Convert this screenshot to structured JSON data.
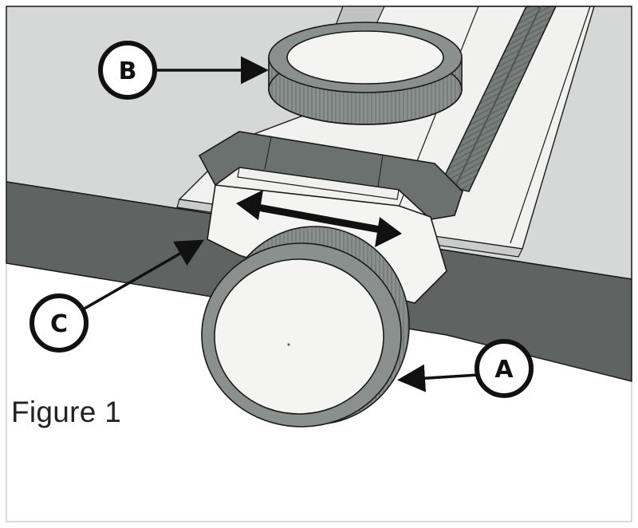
{
  "figure": {
    "caption": "Figure 1",
    "callouts": {
      "a": "A",
      "b": "B",
      "c": "C"
    }
  },
  "colors": {
    "surface": "#d5d8d7",
    "edge": "#5f6462",
    "rail": "#6f7673",
    "knob_ring": "#8a908d",
    "knob_face": "#f4f5f3",
    "outline": "#1a1a1a"
  }
}
